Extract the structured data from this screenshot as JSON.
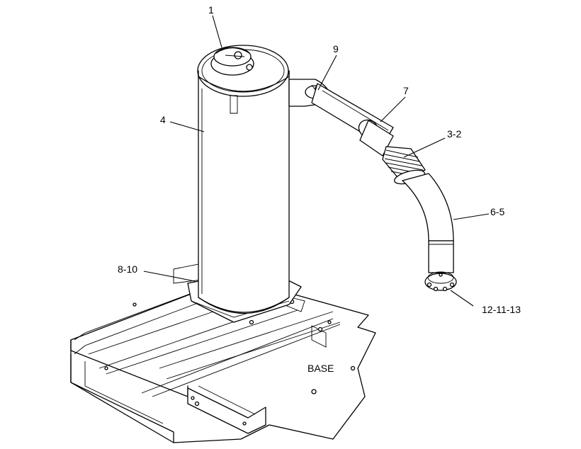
{
  "callouts": {
    "c1": "1",
    "c4": "4",
    "c9": "9",
    "c7": "7",
    "c32": "3-2",
    "c65": "6-5",
    "c810": "8-10",
    "c121113": "12-11-13"
  },
  "base_label": "BASE"
}
